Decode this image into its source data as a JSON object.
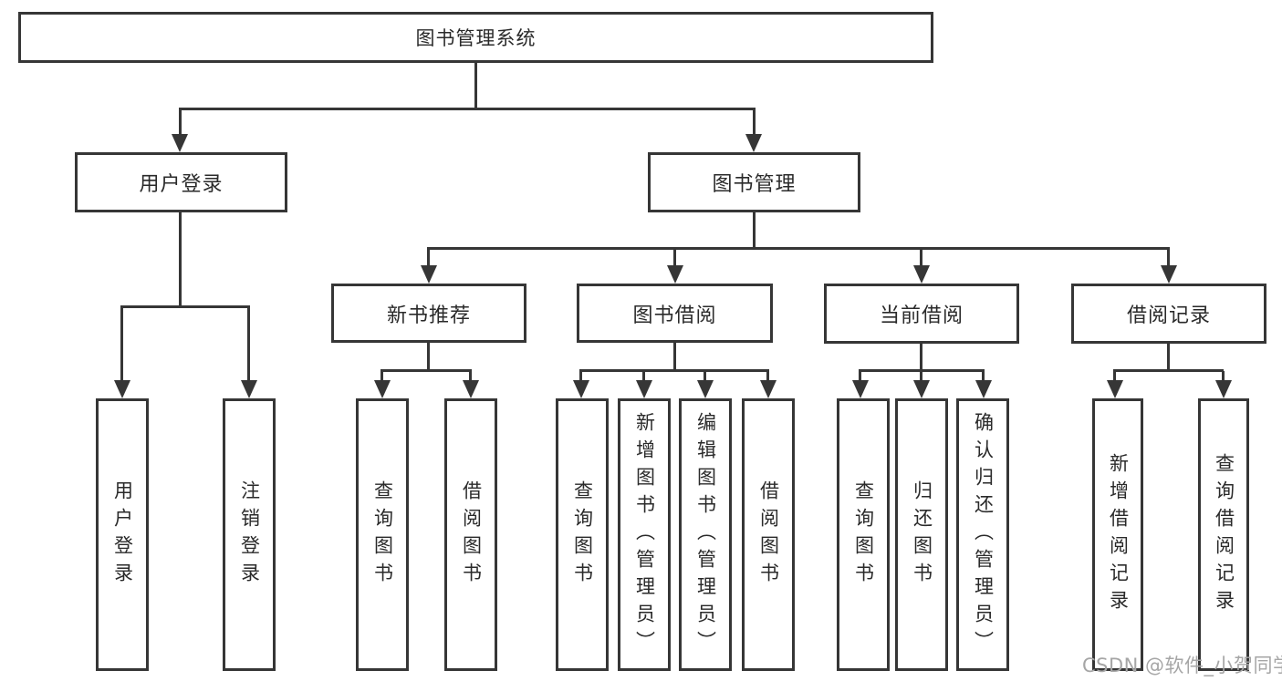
{
  "root": {
    "label": "图书管理系统"
  },
  "user_login": {
    "label": "用户登录",
    "children": [
      {
        "label": "用户登录"
      },
      {
        "label": "注销登录"
      }
    ]
  },
  "book_management": {
    "label": "图书管理"
  },
  "groups": {
    "new_book": {
      "label": "新书推荐",
      "children": [
        {
          "label": "查询图书"
        },
        {
          "label": "借阅图书"
        }
      ]
    },
    "borrow": {
      "label": "图书借阅",
      "children": [
        {
          "label": "查询图书"
        },
        {
          "label": "新增图书（管理员）"
        },
        {
          "label": "编辑图书（管理员）"
        },
        {
          "label": "借阅图书"
        }
      ]
    },
    "current": {
      "label": "当前借阅",
      "children": [
        {
          "label": "查询图书"
        },
        {
          "label": "归还图书"
        },
        {
          "label": "确认归还（管理员）"
        }
      ]
    },
    "record": {
      "label": "借阅记录",
      "children": [
        {
          "label": "新增借阅记录"
        },
        {
          "label": "查询借阅记录"
        }
      ]
    }
  },
  "watermark": {
    "text": "CSDN @软件_小贺同学"
  },
  "colors": {
    "line": "#363636",
    "text": "#2a2a2a",
    "watermark": "#a6a6a6",
    "background": "#ffffff"
  }
}
